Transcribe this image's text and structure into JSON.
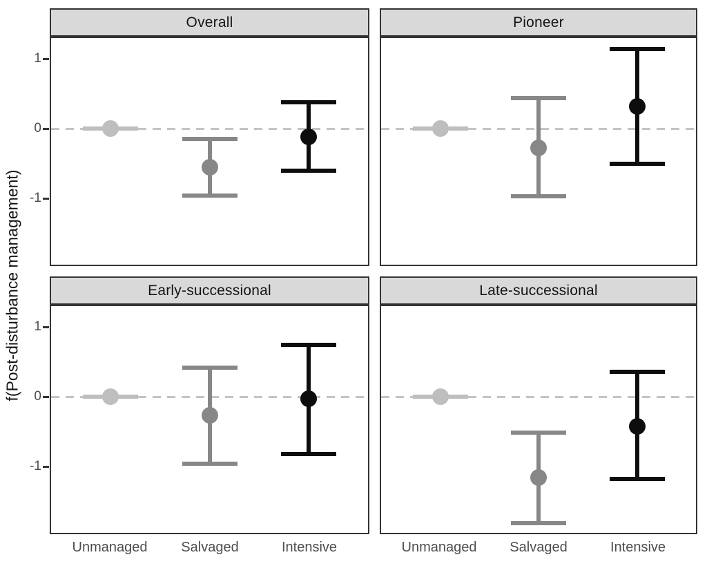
{
  "chart_data": {
    "type": "scatter",
    "subtype": "pointrange-facets",
    "title": "",
    "ylabel": "f(Post-disturbance management)",
    "xlabel": "",
    "categories": [
      "Unmanaged",
      "Salvaged",
      "Intensive"
    ],
    "ytick_labels": [
      "1",
      "0",
      "-1"
    ],
    "yticks": [
      1,
      0,
      -1
    ],
    "ylim": [
      -1.95,
      1.3
    ],
    "refline": 0,
    "refline_style": "dashed",
    "grid": "off",
    "legend_position": "none",
    "palette": {
      "Unmanaged": "#bebebe",
      "Salvaged": "#878787",
      "Intensive": "#0d0d0d"
    },
    "refline_color": "#c4c4c4",
    "strip_fill": "#d9d9d9",
    "border_color": "#333333",
    "axis_text_color": "#4d4d4d",
    "facets": [
      {
        "title": "Overall",
        "points": [
          {
            "category": "Unmanaged",
            "estimate": 0,
            "lower": 0,
            "upper": 0
          },
          {
            "category": "Salvaged",
            "estimate": -0.55,
            "lower": -0.96,
            "upper": -0.15
          },
          {
            "category": "Intensive",
            "estimate": -0.12,
            "lower": -0.6,
            "upper": 0.38
          }
        ]
      },
      {
        "title": "Pioneer",
        "points": [
          {
            "category": "Unmanaged",
            "estimate": 0,
            "lower": 0,
            "upper": 0
          },
          {
            "category": "Salvaged",
            "estimate": -0.28,
            "lower": -0.97,
            "upper": 0.44
          },
          {
            "category": "Intensive",
            "estimate": 0.32,
            "lower": -0.5,
            "upper": 1.14
          }
        ]
      },
      {
        "title": "Early-successional",
        "points": [
          {
            "category": "Unmanaged",
            "estimate": 0,
            "lower": 0,
            "upper": 0
          },
          {
            "category": "Salvaged",
            "estimate": -0.27,
            "lower": -0.96,
            "upper": 0.42
          },
          {
            "category": "Intensive",
            "estimate": -0.03,
            "lower": -0.82,
            "upper": 0.75
          }
        ]
      },
      {
        "title": "Late-successional",
        "points": [
          {
            "category": "Unmanaged",
            "estimate": 0,
            "lower": 0,
            "upper": 0
          },
          {
            "category": "Salvaged",
            "estimate": -1.16,
            "lower": -1.81,
            "upper": -0.51
          },
          {
            "category": "Intensive",
            "estimate": -0.42,
            "lower": -1.18,
            "upper": 0.36
          }
        ]
      }
    ]
  }
}
